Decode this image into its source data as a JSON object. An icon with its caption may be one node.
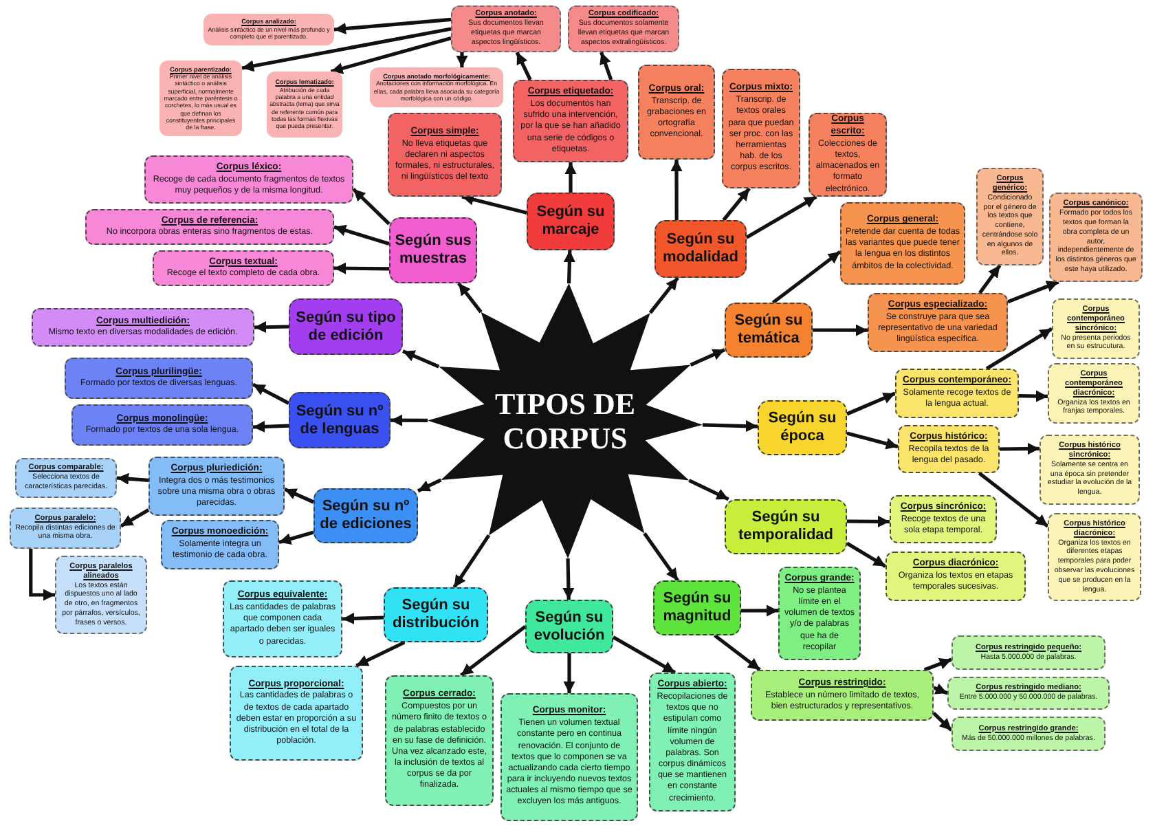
{
  "diagram": {
    "nodes": [
      {
        "text": [
          "TIPOS DE CORPUS"
        ]
      },
      {
        "text": [
          "Según sus muestras"
        ]
      },
      {
        "text": [
          "Corpus léxico:",
          "Recoge de cada documento fragmentos de textos muy pequeños y de la misma longitud."
        ]
      },
      {
        "text": [
          "Corpus de referencia:",
          "No incorpora obras enteras sino fragmentos de estas."
        ]
      },
      {
        "text": [
          "Corpus textual:",
          "Recoge el texto completo de cada obra."
        ]
      },
      {
        "text": [
          "Según su marcaje"
        ]
      },
      {
        "text": [
          "Corpus simple:",
          "No lleva etiquetas que declaren ni aspectos formales, ni estructurales, ni lingüísticos del texto"
        ]
      },
      {
        "text": [
          "Corpus etiquetado:",
          "Los documentos han sufrido una intervención, por la que se han añadido una serie de códigos o etiquetas."
        ]
      },
      {
        "text": [
          "Corpus anotado:",
          "Sus documentos llevan etiquetas que marcan aspectos lingüísticos."
        ]
      },
      {
        "text": [
          "Corpus codificado:",
          "Sus documentos solamente llevan etiquetas que marcan aspectos extralingüísticos."
        ]
      },
      {
        "text": [
          "Corpus analizado:",
          "Análisis sintáctico de un nivel más profundo y completo que el parentizado."
        ]
      },
      {
        "text": [
          "Corpus parentizado:",
          "Primer nivel de análisis sintáctico o análisis superficial, normalmente marcado entre paréntesis o corchetes, lo más usual es que definan los constituyentes principales de la frase."
        ]
      },
      {
        "text": [
          "Corpus lematizado:",
          "Atribución de cada palabra a una entidad abstracta (lema) que sirva de referente común para todas las formas flexivas que pueda presentar."
        ]
      },
      {
        "text": [
          "Corpus anotado morfológicamente:",
          "Anotaciones con información morfológica. En ellas, cada palabra lleva asociada su categoría morfológica con un código."
        ]
      },
      {
        "text": [
          "Según su modalidad"
        ]
      },
      {
        "text": [
          "Corpus oral:",
          "Transcrip. de grabaciones en ortografía convencional."
        ]
      },
      {
        "text": [
          "Corpus mixto:",
          "Transcrip. de textos orales para que puedan ser proc. con las herramientas hab. de los corpus escritos."
        ]
      },
      {
        "text": [
          "Corpus escrito:",
          "Colecciones de textos, almacenados en formato electrónico."
        ]
      },
      {
        "text": [
          "Según su temática"
        ]
      },
      {
        "text": [
          "Corpus general:",
          "Pretende dar cuenta de todas las variantes que puede tener la lengua en los distintos ámbitos de la colectividad."
        ]
      },
      {
        "text": [
          "Corpus especializado:",
          "Se construye para que sea representativo de una variedad lingüística específica."
        ]
      },
      {
        "text": [
          "Corpus genérico:",
          "Condicionado por el género de los textos que contiene, centrándose solo en algunos de ellos."
        ]
      },
      {
        "text": [
          "Corpus canónico:",
          "Formado por todos los textos que forman la obra completa de un autor, independientemente de los distintos géneros que este haya utilizado."
        ]
      },
      {
        "text": [
          "Según su época"
        ]
      },
      {
        "text": [
          "Corpus contemporáneo:",
          "Solamente recoge textos de la lengua actual."
        ]
      },
      {
        "text": [
          "Corpus histórico:",
          "Recopila textos de la lengua del pasado."
        ]
      },
      {
        "text": [
          "Corpus contemporáneo sincrónico:",
          "No presenta periodos en su estrucutura."
        ]
      },
      {
        "text": [
          "Corpus contemporáneo diacrónico:",
          "Organiza los textos en franjas temporales."
        ]
      },
      {
        "text": [
          "Corpus histórico sincrónico:",
          "Solamente se centra en una época sin pretender estudiar la evolución de la lengua."
        ]
      },
      {
        "text": [
          "Corpus histórico diacrónico:",
          "Organiza los textos en diferentes etapas temporales para poder observar las evoluciones que se producen en la lengua."
        ]
      },
      {
        "text": [
          "Según su temporalidad"
        ]
      },
      {
        "text": [
          "Corpus sincrónico:",
          "Recoge textos de una sola etapa temporal."
        ]
      },
      {
        "text": [
          "Corpus diacrónico:",
          "Organiza los textos en etapas temporales sucesivas."
        ]
      },
      {
        "text": [
          "Según su magnitud"
        ]
      },
      {
        "text": [
          "Corpus grande:",
          "No se plantea límite en el volumen de textos y/o de palabras que ha de recopilar"
        ]
      },
      {
        "text": [
          "Corpus restringido:",
          "Establece un número limitado de textos, bien estructurados y representativos."
        ]
      },
      {
        "text": [
          "Corpus restringido pequeño:",
          "Hasta 5.000.000 de palabras."
        ]
      },
      {
        "text": [
          "Corpus restringido mediano:",
          "Entre 5.000.000 y 50.000.000 de palabras."
        ]
      },
      {
        "text": [
          "Corpus restringido grande:",
          "Más de 50.000.000 millones de palabras."
        ]
      },
      {
        "text": [
          "Según su evolución"
        ]
      },
      {
        "text": [
          "Corpus cerrado:",
          "Compuestos por un número finito de textos o de palabras establecido en su fase de definición. Una vez alcanzado este, la inclusión de textos al corpus se da por finalizada."
        ]
      },
      {
        "text": [
          "Corpus monitor:",
          "Tienen un volumen textual constante pero en continua renovación. El conjunto de textos que lo componen se va actualizando cada cierto tiempo para ir incluyendo nuevos textos actuales al mismo tiempo que se excluyen los más antiguos."
        ]
      },
      {
        "text": [
          "Corpus abierto:",
          "Recopilaciones de textos que no estipulan como límite ningún volumen de palabras. Son corpus dinámicos que se mantienen en constante crecimiento."
        ]
      },
      {
        "text": [
          "Según su distribución"
        ]
      },
      {
        "text": [
          "Corpus equivalente:",
          "Las cantidades de palabras que componen cada apartado deben ser iguales o parecidas."
        ]
      },
      {
        "text": [
          "Corpus proporcional:",
          "Las cantidades de palabras o de textos de cada apartado deben estar en proporción a su distribución en el total de la población."
        ]
      },
      {
        "text": [
          "Según su nº de ediciones"
        ]
      },
      {
        "text": [
          "Corpus pluriedición:",
          "Integra dos o más testimonios sobre una misma obra o obras parecidas."
        ]
      },
      {
        "text": [
          "Corpus monoedición:",
          "Solamente integra un testimonio de cada obra."
        ]
      },
      {
        "text": [
          "Corpus comparable:",
          "Selecciona textos de características parecidas."
        ]
      },
      {
        "text": [
          "Corpus paralelo:",
          "Recopila distintas ediciones de una misma obra."
        ]
      },
      {
        "text": [
          "Corpus paralelos alineados",
          "Los textos están dispuestos uno al lado de otro, en fragmentos por párrafos, versículos, frases o versos."
        ]
      },
      {
        "text": [
          "Según su nº de lenguas"
        ]
      },
      {
        "text": [
          "Corpus plurilingüe:",
          "Formado por textos de diversas lenguas."
        ]
      },
      {
        "text": [
          "Corpus monolingüe:",
          "Formado por textos de una sola lengua."
        ]
      },
      {
        "text": [
          "Según su tipo de edición"
        ]
      },
      {
        "text": [
          "Corpus multiedición:",
          "Mismo texto en diversas modalidades de edición."
        ]
      }
    ],
    "edges": [
      {
        "from": 0,
        "to": 1,
        "arrow": "to"
      },
      {
        "from": 1,
        "to": 2,
        "arrow": "to"
      },
      {
        "from": 1,
        "to": 3,
        "arrow": "to"
      },
      {
        "from": 1,
        "to": 4,
        "arrow": "to"
      },
      {
        "from": 0,
        "to": 5,
        "arrow": "to"
      },
      {
        "from": 5,
        "to": 6,
        "arrow": "to"
      },
      {
        "from": 5,
        "to": 7,
        "arrow": "to"
      },
      {
        "from": 7,
        "to": 8,
        "arrow": "to"
      },
      {
        "from": 7,
        "to": 9,
        "arrow": "to"
      },
      {
        "from": 8,
        "to": 10,
        "arrow": "to"
      },
      {
        "from": 8,
        "to": 11,
        "arrow": "to"
      },
      {
        "from": 8,
        "to": 12,
        "arrow": "to"
      },
      {
        "from": 8,
        "to": 13,
        "arrow": "to"
      },
      {
        "from": 0,
        "to": 14,
        "arrow": "to"
      },
      {
        "from": 14,
        "to": 15,
        "arrow": "to"
      },
      {
        "from": 14,
        "to": 16,
        "arrow": "to"
      },
      {
        "from": 14,
        "to": 17,
        "arrow": "to"
      },
      {
        "from": 0,
        "to": 18,
        "arrow": "to"
      },
      {
        "from": 18,
        "to": 19,
        "arrow": "to"
      },
      {
        "from": 18,
        "to": 20,
        "arrow": "to"
      },
      {
        "from": 20,
        "to": 21,
        "arrow": "to"
      },
      {
        "from": 20,
        "to": 22,
        "arrow": "to"
      },
      {
        "from": 0,
        "to": 23,
        "arrow": "to"
      },
      {
        "from": 23,
        "to": 24,
        "arrow": "to"
      },
      {
        "from": 23,
        "to": 25,
        "arrow": "to"
      },
      {
        "from": 24,
        "to": 26,
        "arrow": "to"
      },
      {
        "from": 24,
        "to": 27,
        "arrow": "to"
      },
      {
        "from": 25,
        "to": 28,
        "arrow": "to"
      },
      {
        "from": 25,
        "to": 29,
        "arrow": "to"
      },
      {
        "from": 0,
        "to": 30,
        "arrow": "to"
      },
      {
        "from": 30,
        "to": 31,
        "arrow": "to"
      },
      {
        "from": 30,
        "to": 32,
        "arrow": "to"
      },
      {
        "from": 0,
        "to": 33,
        "arrow": "to"
      },
      {
        "from": 33,
        "to": 34,
        "arrow": "to"
      },
      {
        "from": 33,
        "to": 35,
        "arrow": "to"
      },
      {
        "from": 35,
        "to": 36,
        "arrow": "to"
      },
      {
        "from": 35,
        "to": 37,
        "arrow": "to"
      },
      {
        "from": 35,
        "to": 38,
        "arrow": "to"
      },
      {
        "from": 0,
        "to": 39,
        "arrow": "to"
      },
      {
        "from": 39,
        "to": 40,
        "arrow": "to"
      },
      {
        "from": 39,
        "to": 41,
        "arrow": "to"
      },
      {
        "from": 39,
        "to": 42,
        "arrow": "to"
      },
      {
        "from": 0,
        "to": 43,
        "arrow": "to"
      },
      {
        "from": 43,
        "to": 44,
        "arrow": "to"
      },
      {
        "from": 43,
        "to": 45,
        "arrow": "to"
      },
      {
        "from": 0,
        "to": 46,
        "arrow": "to"
      },
      {
        "from": 46,
        "to": 47,
        "arrow": "to"
      },
      {
        "from": 46,
        "to": 48,
        "arrow": "to"
      },
      {
        "from": 47,
        "to": 49,
        "arrow": "to"
      },
      {
        "from": 47,
        "to": 50,
        "arrow": "to"
      },
      {
        "from": 50,
        "to": 51,
        "arrow": "to"
      },
      {
        "from": 0,
        "to": 52,
        "arrow": "to"
      },
      {
        "from": 52,
        "to": 53,
        "arrow": "to"
      },
      {
        "from": 52,
        "to": 54,
        "arrow": "to"
      },
      {
        "from": 0,
        "to": 55,
        "arrow": "to"
      },
      {
        "from": 55,
        "to": 56,
        "arrow": "to"
      }
    ]
  }
}
